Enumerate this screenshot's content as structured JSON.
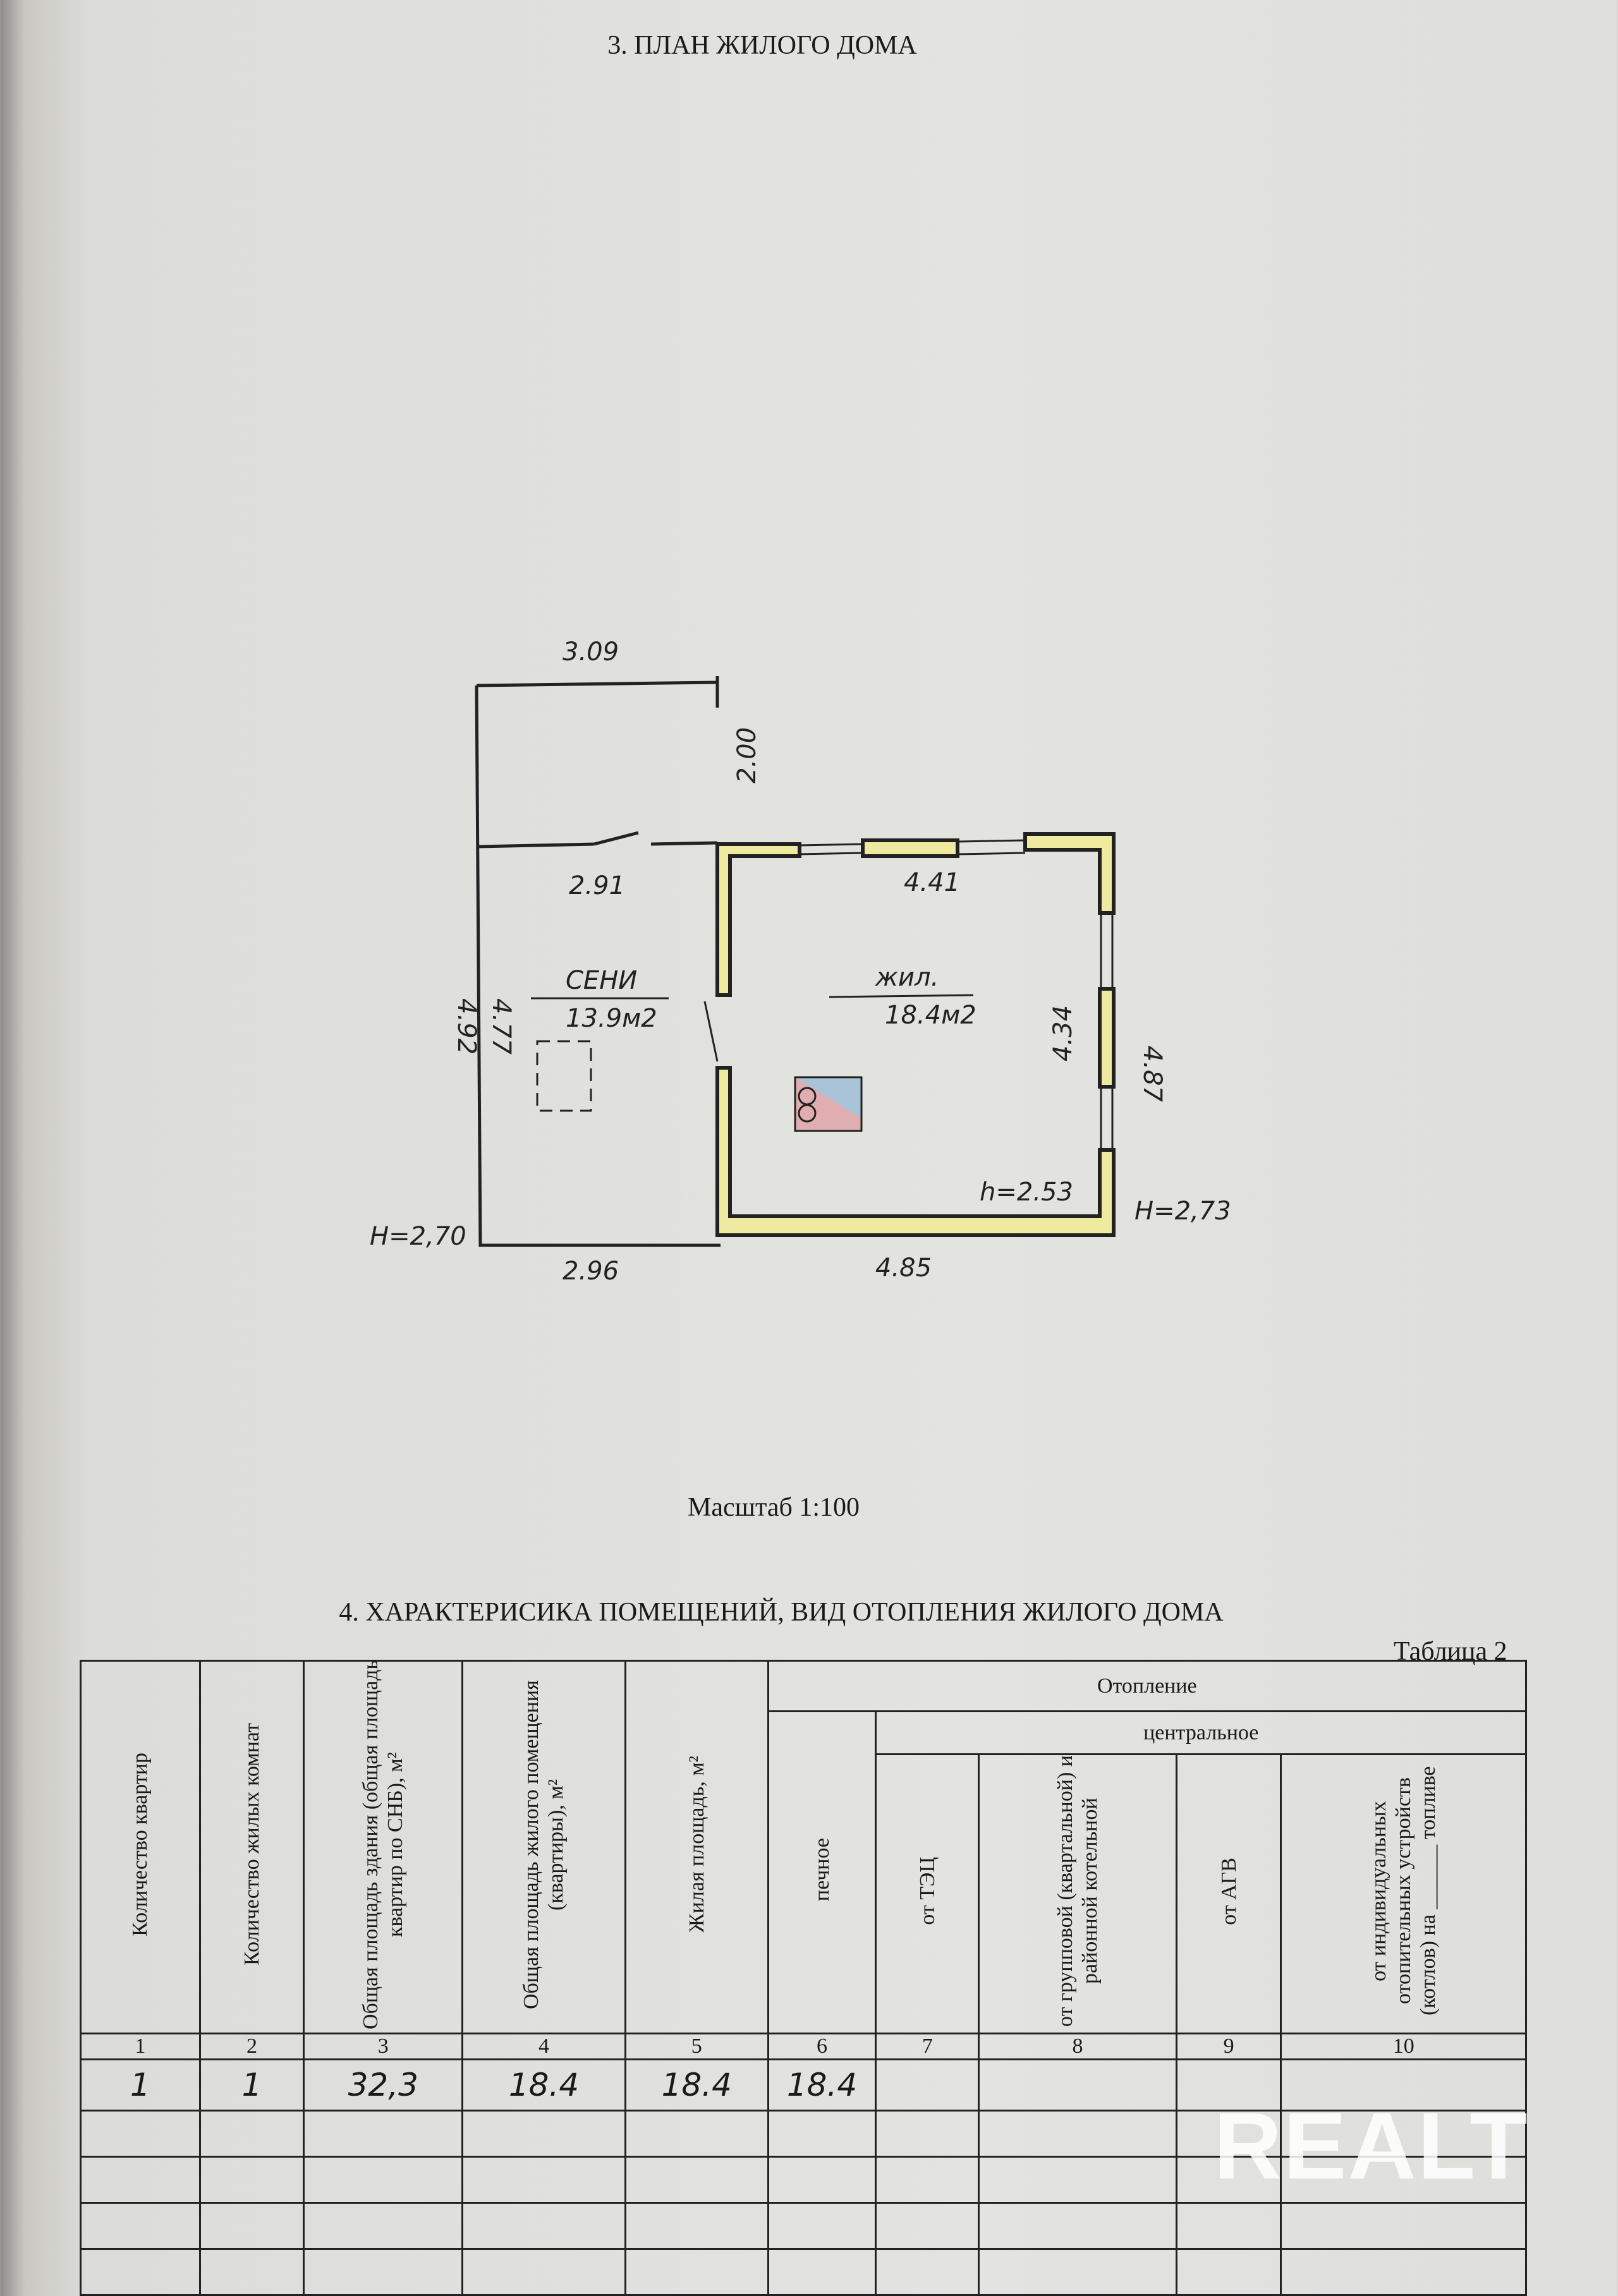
{
  "section3_title": "3. ПЛАН ЖИЛОГО ДОМА",
  "plan": {
    "dims": {
      "top_annex": "3.09",
      "annex_side": "2.00",
      "seni_top": "2.91",
      "living_top": "4.41",
      "living_inner_right": "4.34",
      "living_outer_right": "4.87",
      "left_outer": "4.92",
      "left_inner": "4.77",
      "seni_bottom": "2.96",
      "living_bottom": "4.85"
    },
    "heights": {
      "left": "H=2,70",
      "right": "H=2,73",
      "inner": "h=2.53"
    },
    "rooms": [
      {
        "name": "СЕНИ",
        "area": "13.9м2"
      },
      {
        "name": "жил.",
        "area": "18.4м2"
      }
    ],
    "colors": {
      "wall_fill": "#eeeaa0",
      "stove_blue": "#a9c4d8",
      "stove_red": "#e0a0a4"
    }
  },
  "scale": "Масштаб 1:100",
  "section4_title": "4. ХАРАКТЕРИСИКА ПОМЕЩЕНИЙ, ВИД ОТОПЛЕНИЯ ЖИЛОГО ДОМА",
  "table_caption": "Таблица 2",
  "table": {
    "headers": [
      "Количество квартир",
      "Количество жилых комнат",
      "Общая площадь здания (общая площадь квартир по СНБ), м²",
      "Общая площадь жилого помещения (квартиры), м²",
      "Жилая площадь, м²",
      "печное",
      "от ТЭЦ",
      "от групповой (квартальной) и районной котельной",
      "от АГВ",
      "от индивидуальных отопительных устройств (котлов) на ______ топливе"
    ],
    "group_heating": "Отопление",
    "group_central": "центральное",
    "numbers": [
      "1",
      "2",
      "3",
      "4",
      "5",
      "6",
      "7",
      "8",
      "9",
      "10"
    ],
    "row": [
      "1",
      "1",
      "32,3",
      "18.4",
      "18.4",
      "18.4",
      "",
      "",
      "",
      ""
    ]
  },
  "watermark": "REALT"
}
